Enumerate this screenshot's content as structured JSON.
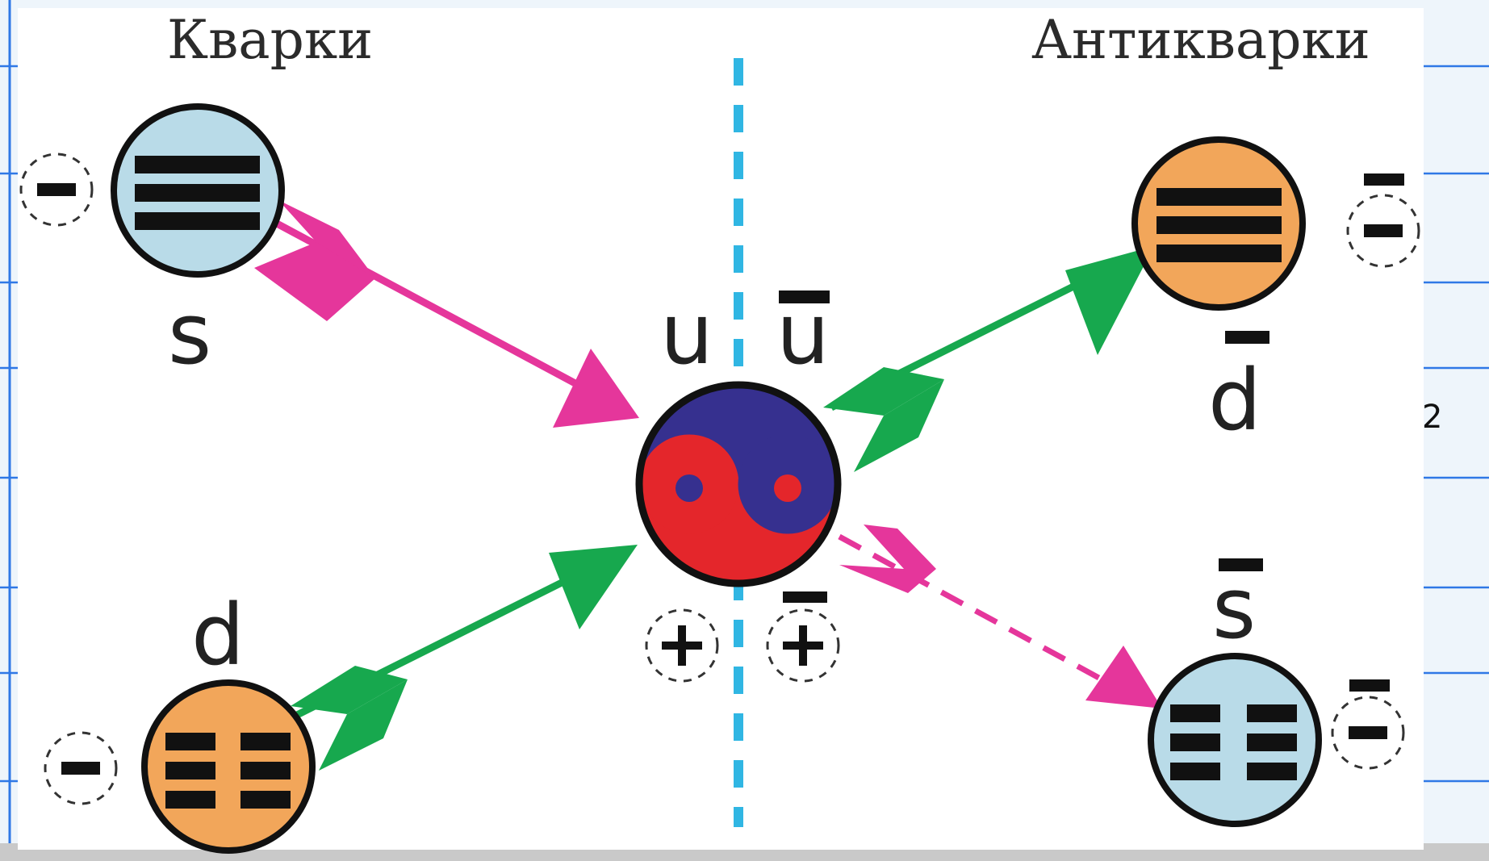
{
  "headings": {
    "quarks": "Кварки",
    "antiquarks": "Антикварки"
  },
  "quarks": {
    "s": "s",
    "d": "d"
  },
  "center": {
    "u": "u",
    "u_bar": "u"
  },
  "antiquarks": {
    "d_bar": "d",
    "s_bar": "s"
  },
  "page_number": "2",
  "colors": {
    "light_blue": "#b9dbe8",
    "orange": "#f2a65a",
    "magenta": "#e5369b",
    "green": "#17a84e",
    "dashed_axis": "#30b6e3",
    "yin_blue": "#36308f",
    "yang_red": "#e4262b",
    "rule_lines": "#2f78e6"
  },
  "icons": {
    "charge_minus": "minus-in-dashed-circle-icon",
    "charge_plus": "plus-in-dashed-circle-icon",
    "three_stripes": "trigram-solid-icon",
    "broken_stripes": "trigram-broken-icon",
    "yin_yang": "yin-yang-icon"
  }
}
